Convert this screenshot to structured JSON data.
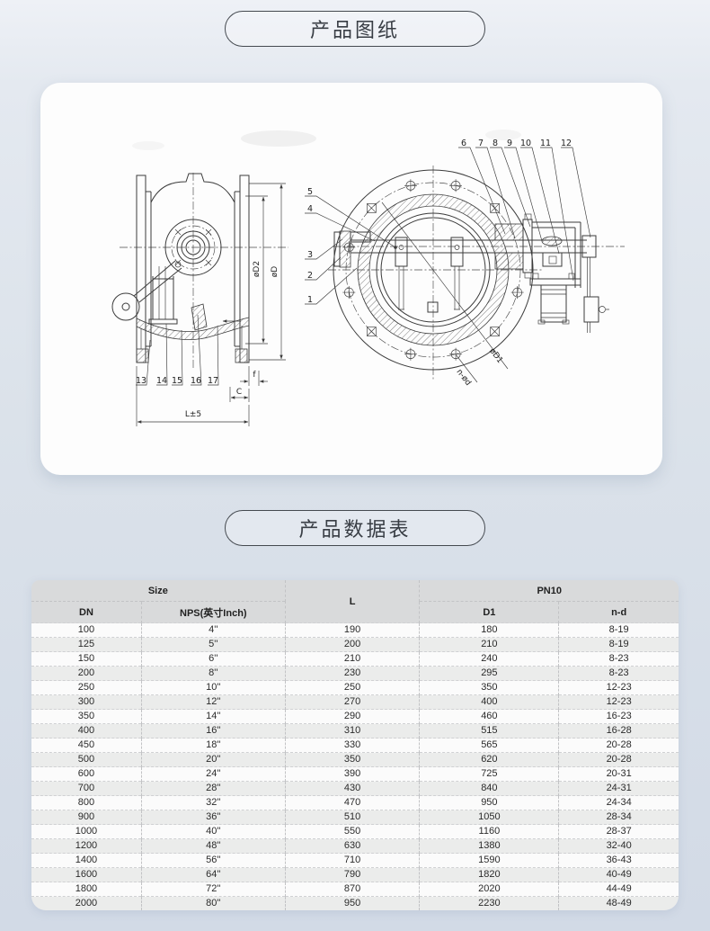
{
  "sections": {
    "drawing_title": "产品图纸",
    "table_title": "产品数据表"
  },
  "drawing": {
    "callouts_top": [
      "6",
      "7",
      "8",
      "9",
      "10",
      "11",
      "12"
    ],
    "callouts_side": [
      "5",
      "4",
      "3",
      "2",
      "1"
    ],
    "callouts_bottom": [
      "13",
      "14",
      "15",
      "16",
      "17"
    ],
    "dims": {
      "mid_dia": "øD2",
      "outer_dia": "øD",
      "face": "f",
      "gap": "C",
      "length": "L±5",
      "bolt_circle_dia": "øD1",
      "bolt_holes": "n-ød"
    }
  },
  "table": {
    "header": {
      "size": "Size",
      "dn": "DN",
      "nps": "NPS(英寸Inch)",
      "l": "L",
      "pn10": "PN10",
      "d1": "D1",
      "nd": "n-d"
    },
    "rows": [
      [
        "100",
        "4''",
        "190",
        "180",
        "8-19"
      ],
      [
        "125",
        "5''",
        "200",
        "210",
        "8-19"
      ],
      [
        "150",
        "6''",
        "210",
        "240",
        "8-23"
      ],
      [
        "200",
        "8''",
        "230",
        "295",
        "8-23"
      ],
      [
        "250",
        "10''",
        "250",
        "350",
        "12-23"
      ],
      [
        "300",
        "12''",
        "270",
        "400",
        "12-23"
      ],
      [
        "350",
        "14''",
        "290",
        "460",
        "16-23"
      ],
      [
        "400",
        "16''",
        "310",
        "515",
        "16-28"
      ],
      [
        "450",
        "18''",
        "330",
        "565",
        "20-28"
      ],
      [
        "500",
        "20''",
        "350",
        "620",
        "20-28"
      ],
      [
        "600",
        "24''",
        "390",
        "725",
        "20-31"
      ],
      [
        "700",
        "28''",
        "430",
        "840",
        "24-31"
      ],
      [
        "800",
        "32''",
        "470",
        "950",
        "24-34"
      ],
      [
        "900",
        "36''",
        "510",
        "1050",
        "28-34"
      ],
      [
        "1000",
        "40''",
        "550",
        "1160",
        "28-37"
      ],
      [
        "1200",
        "48''",
        "630",
        "1380",
        "32-40"
      ],
      [
        "1400",
        "56''",
        "710",
        "1590",
        "36-43"
      ],
      [
        "1600",
        "64''",
        "790",
        "1820",
        "40-49"
      ],
      [
        "1800",
        "72''",
        "870",
        "2020",
        "44-49"
      ],
      [
        "2000",
        "80''",
        "950",
        "2230",
        "48-49"
      ]
    ]
  },
  "colors": {
    "page_bg_top": "#eef1f6",
    "page_bg_bottom": "#d2dae6",
    "card_bg": "#fdfdfd",
    "table_header_bg": "#d9dadb",
    "row_alt_bg": "#ebeceb",
    "badge_border": "#454a50",
    "line_color": "#3b3b3b"
  }
}
